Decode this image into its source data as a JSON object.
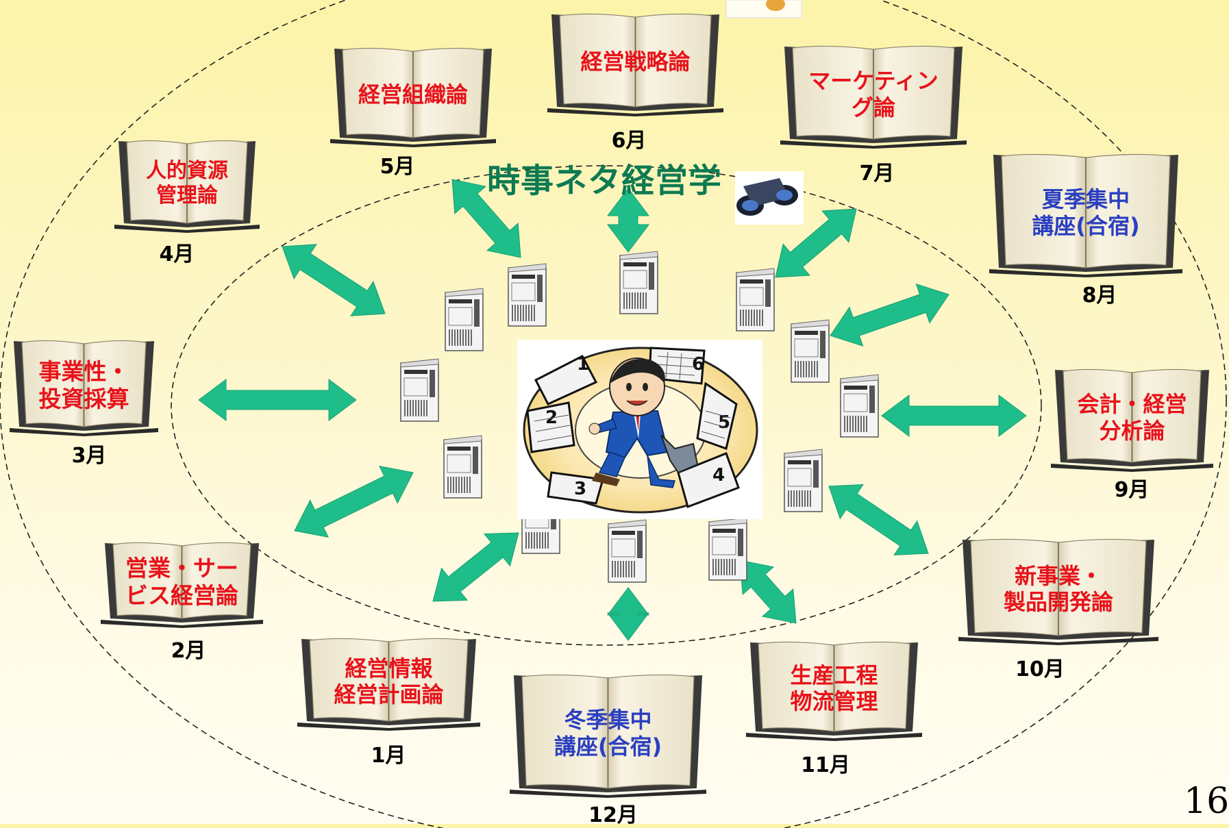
{
  "center": {
    "title": "時事ネタ経営学"
  },
  "page_number": "16",
  "colors": {
    "red_title": "#e8121a",
    "blue_title": "#2a3fc0",
    "arrow": "#1fbd8a",
    "title_green": "#0d7a52"
  },
  "subjects": [
    {
      "title": "経営情報\n経営計画論",
      "month": "1月",
      "color": "red"
    },
    {
      "title": "営業・サー\nビス経営論",
      "month": "2月",
      "color": "red"
    },
    {
      "title": "事業性・\n投資採算",
      "month": "3月",
      "color": "red"
    },
    {
      "title": "人的資源\n管理論",
      "month": "4月",
      "color": "red"
    },
    {
      "title": "経営組織論",
      "month": "5月",
      "color": "red"
    },
    {
      "title": "経営戦略論",
      "month": "6月",
      "color": "red"
    },
    {
      "title": "マーケティン\nグ論",
      "month": "7月",
      "color": "red"
    },
    {
      "title": "夏季集中\n講座(合宿)",
      "month": "8月",
      "color": "blue"
    },
    {
      "title": "会計・経営\n分析論",
      "month": "9月",
      "color": "red"
    },
    {
      "title": "新事業・\n製品開発論",
      "month": "10月",
      "color": "red"
    },
    {
      "title": "生産工程\n物流管理",
      "month": "11月",
      "color": "red"
    },
    {
      "title": "冬季集中\n講座(合宿)",
      "month": "12月",
      "color": "blue"
    }
  ],
  "calendar_dial_numbers": [
    "1",
    "2",
    "3",
    "4",
    "5",
    "6"
  ],
  "icons": {
    "binoculars": "binoculars-icon",
    "newspaper": "newspaper-icon",
    "central": "businessman-running-calendar-illustration"
  }
}
